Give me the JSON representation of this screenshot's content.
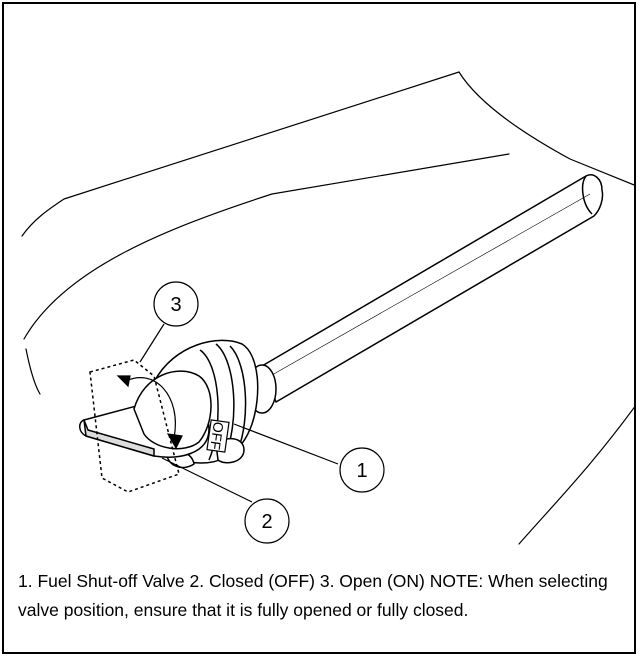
{
  "figure": {
    "callouts": [
      {
        "number": "1",
        "label": "Fuel Shut-off Valve"
      },
      {
        "number": "2",
        "label": "Closed (OFF)"
      },
      {
        "number": "3",
        "label": "Open (ON)"
      }
    ],
    "valve_marking": "OFF"
  },
  "caption": {
    "text": "1. Fuel Shut-off Valve 2. Closed (OFF) 3. Open (ON) NOTE: When selecting valve position, ensure that it is fully opened or fully closed."
  }
}
